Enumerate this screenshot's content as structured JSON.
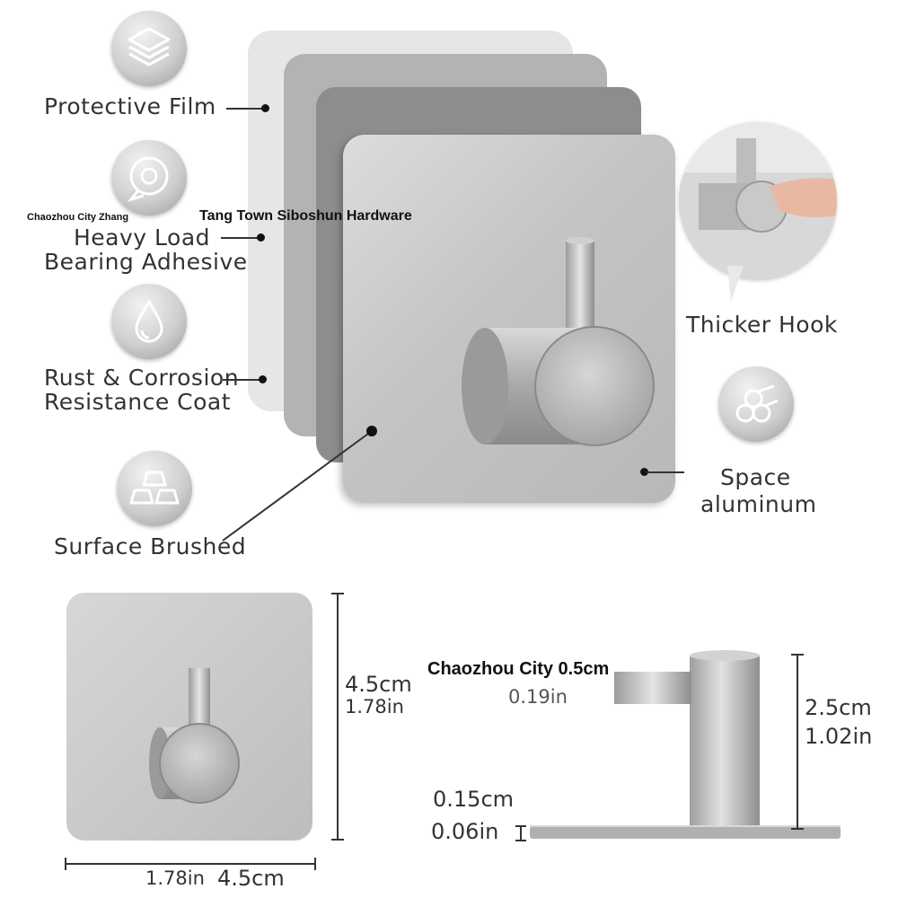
{
  "features_left": [
    {
      "label": "Protective Film",
      "icon": "layers-icon"
    },
    {
      "label_line1": "Heavy Load",
      "label_line2": "Bearing Adhesive",
      "icon": "tape-roll-icon"
    },
    {
      "label_line1": "Rust & Corrosion",
      "label_line2": "Resistance Coat",
      "icon": "water-drop-icon"
    },
    {
      "label": "Surface Brushed",
      "icon": "ingots-icon"
    }
  ],
  "features_right": [
    {
      "label": "Thicker Hook",
      "icon": "hook-closeup-image"
    },
    {
      "label_line1": "Space",
      "label_line2": "aluminum",
      "icon": "metal-bars-icon"
    }
  ],
  "watermarks": {
    "top_small": "Chaozhou City Zhang",
    "top_large": "Tang Town Siboshun Hardware",
    "bottom": "Chaozhou City 0.5cm"
  },
  "dimensions": {
    "height_cm": "4.5cm",
    "height_in": "1.78in",
    "width_in": "1.78in",
    "width_cm": "4.5cm",
    "rod_in": "0.19in",
    "hook_height_cm": "2.5cm",
    "hook_height_in": "1.02in",
    "plate_thickness_cm": "0.15cm",
    "plate_thickness_in": "0.06in"
  },
  "colors": {
    "aluminum": "#c8c8c8",
    "text": "#333333"
  }
}
